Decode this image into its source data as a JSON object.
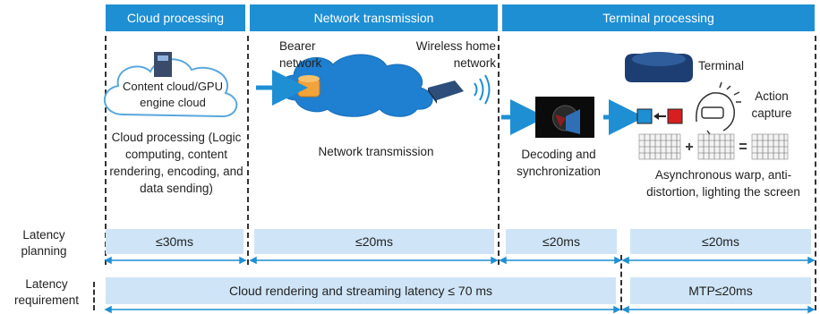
{
  "headers": {
    "cloud": "Cloud processing",
    "network": "Network transmission",
    "terminal": "Terminal processing"
  },
  "cloud": {
    "cloud_label": "Content cloud/GPU engine cloud",
    "description": "Cloud processing (Logic computing, content rendering, encoding, and data sending)"
  },
  "network": {
    "bearer_label": "Bearer network",
    "wireless_label": "Wireless home network",
    "description": "Network transmission"
  },
  "decoding": {
    "description": "Decoding and synchronization"
  },
  "terminal": {
    "terminal_label": "Terminal",
    "action_label": "Action capture",
    "description": "Asynchronous warp, anti-distortion, lighting the screen"
  },
  "row_labels": {
    "latency_planning": "Latency planning",
    "latency_requirement": "Latency requirement"
  },
  "latency_planning": {
    "cloud": "≤30ms",
    "network": "≤20ms",
    "decoding": "≤20ms",
    "terminal": "≤20ms"
  },
  "latency_requirement": {
    "cloud_stream": "Cloud rendering and streaming latency ≤ 70 ms",
    "mtp": "MTP≤20ms"
  },
  "colors": {
    "header_blue": "#1f8fd4",
    "box_blue": "#cfe5f7",
    "arrow_blue": "#1f8fd4"
  }
}
